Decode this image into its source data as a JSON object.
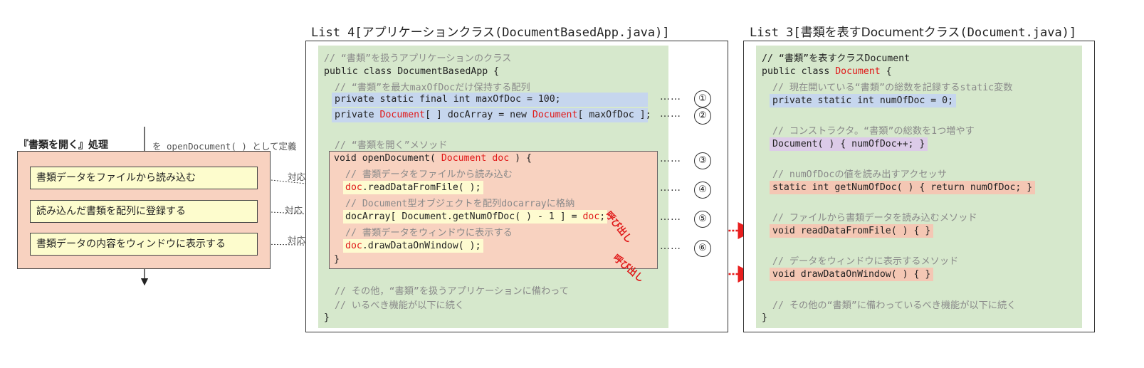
{
  "flow": {
    "title": "『書類を開く』処理",
    "note": "を openDocument( ) として定義",
    "steps": [
      "書類データをファイルから読み込む",
      "読み込んだ書類を配列に登録する",
      "書類データの内容をウィンドウに表示する"
    ],
    "correspond": "対応"
  },
  "list4": {
    "title_prefix": "List 4[",
    "title_jp": "アプリケーションクラス",
    "title_file": "(DocumentBasedApp.java)]",
    "l01": "// “書類”を扱うアプリケーションのクラス",
    "l02": "public class DocumentBasedApp {",
    "l03": "// “書類”を最大maxOfDocだけ保持する配列",
    "l04": "private static final int maxOfDoc = 100;",
    "l05a": "private ",
    "l05b": "Document",
    "l05c": "[ ] docArray = new ",
    "l05d": "Document",
    "l05e": "[ maxOfDoc ];",
    "l06": "// “書類を開く”メソッド",
    "l07a": "void openDocument( ",
    "l07b": "Document doc",
    "l07c": " ) {",
    "l08": "// 書類データをファイルから読み込む",
    "l09a": "doc",
    "l09b": ".readDataFromFile( );",
    "l10": "// Document型オブジェクトを配列docarrayに格納",
    "l11a": "docArray[ Document.getNumOfDoc( ) - 1 ] = ",
    "l11b": "doc",
    "l11c": ";",
    "l12": "// 書類データをウィンドウに表示する",
    "l13a": "doc",
    "l13b": ".drawDataOnWindow( );",
    "l14": "}",
    "l15": "// その他，“書類”を扱うアプリケーションに備わって",
    "l16": "// いるべき機能が以下に続く",
    "l17": "}",
    "markers": [
      "①",
      "②",
      "③",
      "④",
      "⑤",
      "⑥"
    ],
    "dots": "……"
  },
  "list3": {
    "title_prefix": "List 3[",
    "title_jp": "書類を表すDocumentクラス",
    "title_file": "(Document.java)]",
    "l01": "// “書類”を表すクラスDocument",
    "l02a": "public class ",
    "l02b": "Document",
    "l02c": " {",
    "l03": "// 現在開いている“書類”の総数を記録するstatic変数",
    "l04": "private static int numOfDoc = 0;",
    "l05": "// コンストラクタ。“書類”の総数を1つ増やす",
    "l06": "Document( ) { numOfDoc++; }",
    "l07": "// numOfDocの値を読み出すアクセッサ",
    "l08": "static int getNumOfDoc( ) { return numOfDoc; }",
    "l09": "// ファイルから書類データを読み込むメソッド",
    "l10": "void readDataFromFile( ) { }",
    "l11": "// データをウィンドウに表示するメソッド",
    "l12": "void drawDataOnWindow( ) { }",
    "l13": "// その他の“書類”に備わっているべき機能が以下に続く",
    "l14": "}"
  },
  "call_label": "呼び出し",
  "colors": {
    "code_bg": "#d6e8cc",
    "highlight_blue": "#c6d6ee",
    "highlight_purple": "#dccbe8",
    "highlight_salmon": "#f4c7b4",
    "highlight_yellow": "#fefbd0",
    "flow_bg": "#f8d2c0",
    "accent_red": "#e01818"
  }
}
